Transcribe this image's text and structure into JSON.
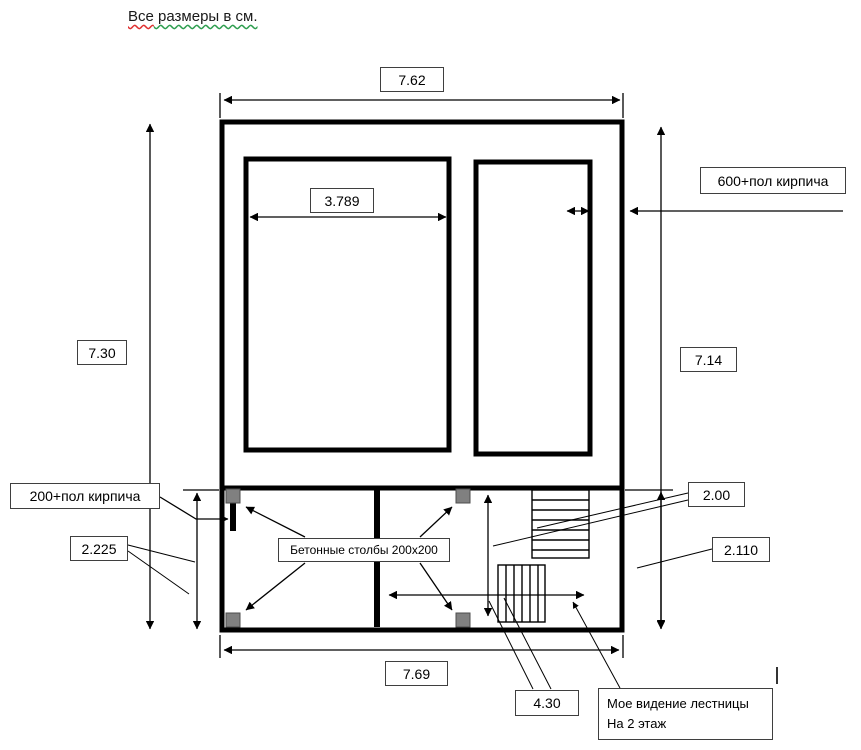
{
  "title": {
    "word1": "Все",
    "rest": " размеры в см."
  },
  "dimensions": {
    "top_width": "7.62",
    "left_room_width": "3.789",
    "left_height": "7.30",
    "right_height": "7.14",
    "right_wall_thickness": "600+пол кирпича",
    "left_wall_thickness": "200+пол кирпича",
    "bottom_left_height": "2.225",
    "stair_flight": "2.00",
    "bottom_right_height": "2.110",
    "bottom_width": "7.69",
    "bottom_span": "4.30"
  },
  "notes": {
    "columns": "Бетонные столбы 200x200",
    "stairs_line1": "Мое видение лестницы",
    "stairs_line2": "На 2 этаж"
  },
  "colors": {
    "line": "#000000",
    "column_fill": "#808080",
    "box_border": "#3f3f3f",
    "spell_error": "#e03030",
    "grammar_error": "#2e9e4f"
  }
}
